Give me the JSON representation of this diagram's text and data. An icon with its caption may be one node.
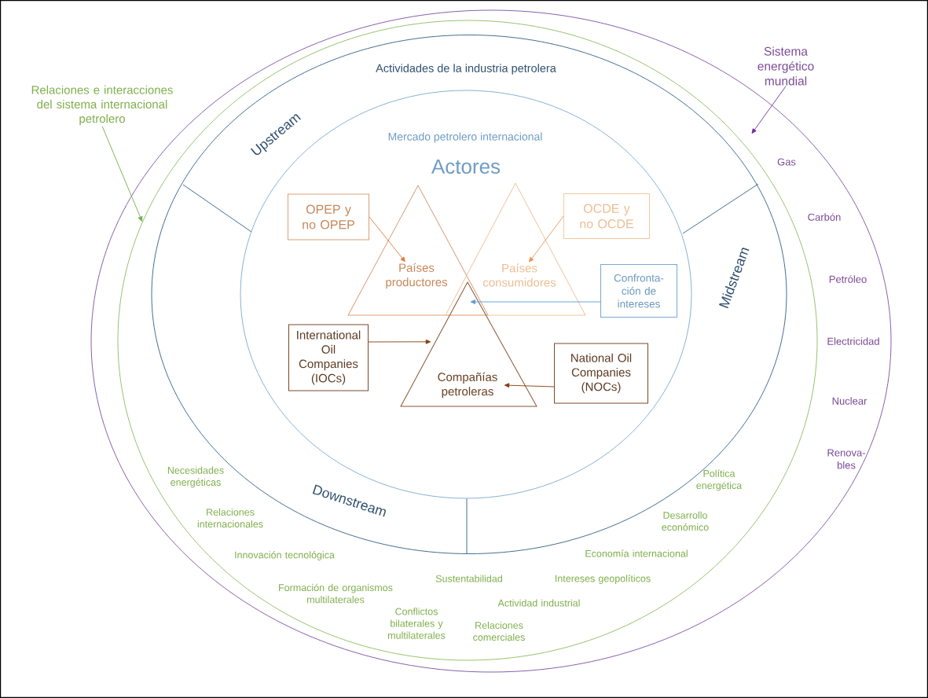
{
  "diagram": {
    "nodes": [
      {
        "text": [
          "Gas",
          "Carbón",
          "Petróleo",
          "Electricidad",
          "Nuclear",
          "Renova- bles"
        ]
      },
      {
        "text": [
          "Necesidades energéticas",
          "Política energética",
          "Relaciones internacionales",
          "Desarrollo económico",
          "Innovación tecnológica",
          "Economía internacional",
          "Sustentabilidad",
          "Intereses geopolíticos",
          "Formación de organismos multilaterales",
          "Actividad industrial",
          "Conflictos bilaterales y multilaterales",
          "Relaciones comerciales"
        ],
        "in": 0
      },
      {
        "text": [
          "Actividades de la industria petrolera",
          "Upstream",
          "Midstream",
          "Downstream"
        ],
        "in": 1
      },
      {
        "text": [
          "Mercado petrolero internacional",
          "Actores"
        ],
        "in": 2
      },
      {
        "text": [
          "Países productores"
        ],
        "in": 3
      },
      {
        "text": [
          "Países consumidores"
        ],
        "in": 3
      },
      {
        "text": [
          "Compañías petroleras"
        ],
        "in": 3
      },
      {
        "text": [
          "OPEP y no OPEP"
        ],
        "in": 3
      },
      {
        "text": [
          "OCDE y no OCDE"
        ],
        "in": 3
      },
      {
        "text": [
          "Confronta- ción de intereses"
        ],
        "in": 3
      },
      {
        "text": [
          "International Oil Companies (IOCs)"
        ],
        "in": 3
      },
      {
        "text": [
          "National Oil Companies (NOCs)"
        ],
        "in": 3
      },
      {
        "text": [
          "Relaciones e interacciones del sistema internacional petrolero"
        ]
      },
      {
        "text": [
          "Sistema energético mundial"
        ]
      }
    ],
    "edges": [
      {
        "from": 12,
        "to": 1,
        "arrow": "to",
        "color": "#70ad47"
      },
      {
        "from": 13,
        "to": 0,
        "arrow": "to",
        "color": "#7030a0"
      },
      {
        "from": 7,
        "to": 4,
        "arrow": "to",
        "color": "#e07a3a"
      },
      {
        "from": 8,
        "to": 5,
        "arrow": "to",
        "color": "#e8955a"
      },
      {
        "from": 9,
        "to": 5,
        "arrow": "to",
        "color": "#5b9bd5"
      },
      {
        "from": 10,
        "to": 6,
        "arrow": "to",
        "color": "#843c0c"
      },
      {
        "from": 11,
        "to": 6,
        "arrow": "to",
        "color": "#843c0c"
      }
    ]
  }
}
